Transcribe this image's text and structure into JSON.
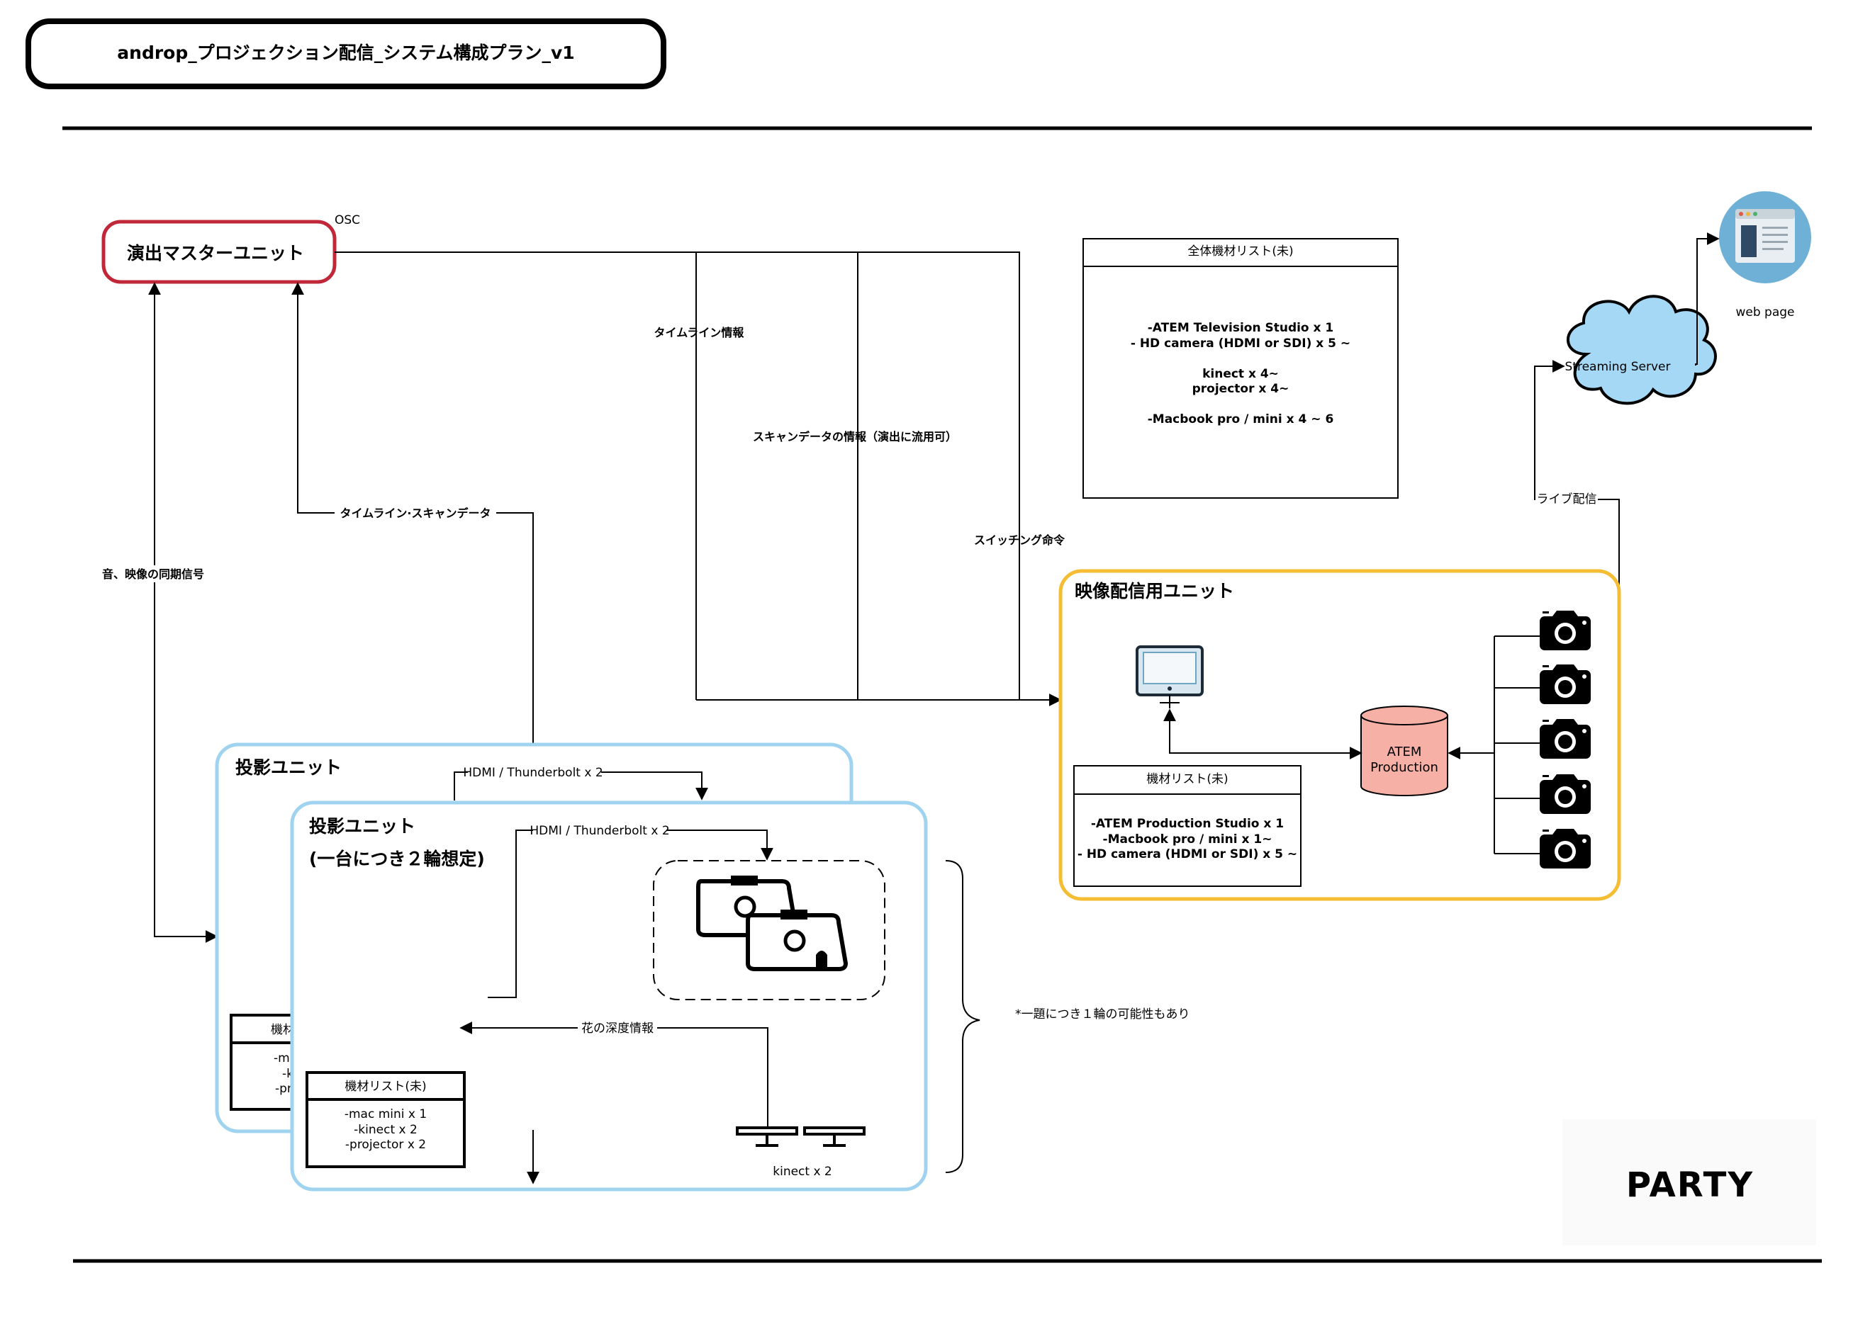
{
  "header": {
    "title": "androp_プロジェクション配信_システム構成プラン_v1"
  },
  "master_unit": {
    "label": "演出マスターユニット",
    "protocol": "OSC"
  },
  "links": {
    "timeline_info": "タイムライン情報",
    "scan_data_info": "スキャンデータの情報（演出に流用可）",
    "switching_command": "スイッチング命令",
    "timeline_scan": "タイムライン·スキャンデータ",
    "av_sync": "音、映像の同期信号",
    "live_stream": "ライブ配信",
    "hdmi_back": "HDMI / Thunderbolt x 2",
    "hdmi_front": "HDMI / Thunderbolt x 2",
    "flower_depth": "花の深度情報"
  },
  "equipment_overall": {
    "title": "全体機材リスト(未)",
    "lines": [
      "-ATEM Television Studio x 1",
      "- HD camera (HDMI or SDI) x 5 ~",
      "",
      "kinect x 4~",
      "projector x 4~",
      "",
      "-Macbook pro / mini x 4 ~ 6"
    ]
  },
  "streaming": {
    "server": "Streaming Server",
    "web_page": "web page"
  },
  "video_unit": {
    "label": "映像配信用ユニット",
    "atem_line1": "ATEM",
    "atem_line2": "Production",
    "equipment": {
      "title": "機材リスト(未)",
      "lines": [
        "-ATEM Production Studio x 1",
        "-Macbook pro / mini x 1~",
        "- HD camera (HDMI or SDI) x 5 ~"
      ]
    }
  },
  "projection_back": {
    "label": "投影ユニット",
    "equip_title": "機材",
    "equip_lines": [
      "-ma",
      "-k",
      "-pr"
    ]
  },
  "projection_front": {
    "label": "投影ユニット",
    "sublabel": "(一台につき２輪想定)",
    "equipment": {
      "title": "機材リスト(未)",
      "lines": [
        "-mac mini x 1",
        "-kinect x 2",
        "-projector x 2"
      ]
    },
    "kinect_label": "kinect x 2"
  },
  "note": "*一題につき１輪の可能性もあり",
  "brand": "PARTY",
  "colors": {
    "master_border": "#c0283a",
    "video_border": "#f5bd33",
    "projection_border": "#9fd3ef",
    "cloud_fill": "#a5d8f5",
    "atem_fill": "#f6b0a6",
    "web_circle": "#6fb1d6"
  },
  "icons": [
    "camera-icon",
    "monitor-icon",
    "projector-icon",
    "kinect-icon",
    "cloud-icon",
    "web-page-icon"
  ]
}
